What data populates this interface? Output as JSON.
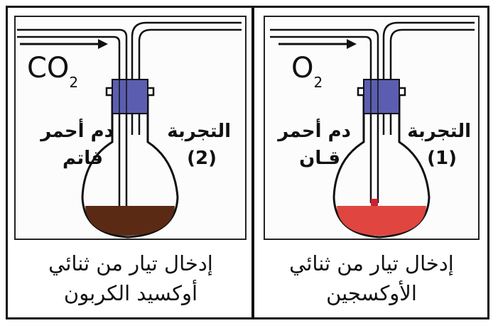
{
  "experiments": [
    {
      "id": "exp2",
      "gas_main": "CO",
      "gas_sub": "2",
      "title": "التجربة",
      "number": "(2)",
      "blood_line1": "دم أحمر",
      "blood_line2": "قاتم",
      "caption_line1": "إدخال تيار من ثنائي",
      "caption_line2": "أوكسيد الكربون",
      "liquid_color": "#5a2a14"
    },
    {
      "id": "exp1",
      "gas_main": "O",
      "gas_sub": "2",
      "title": "التجربة",
      "number": "(1)",
      "blood_line1": "دم أحمر",
      "blood_line2": "قـان",
      "caption_line1": "إدخال تيار من ثنائي",
      "caption_line2": "الأوكسجين",
      "liquid_color": "#e0453f"
    }
  ],
  "stopper_color": "#5b5eb0"
}
